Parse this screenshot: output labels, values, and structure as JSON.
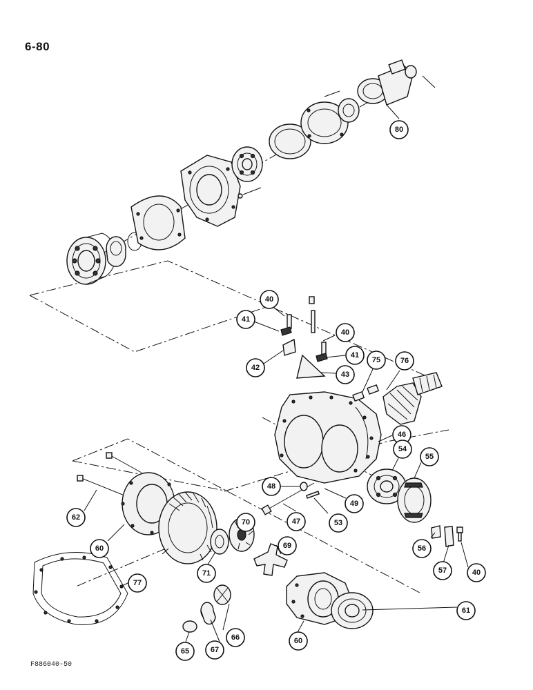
{
  "page_number": "6-80",
  "figure_code": "F886040-50",
  "callouts": [
    "80",
    "40",
    "41",
    "40",
    "42",
    "41",
    "43",
    "75",
    "76",
    "46",
    "54",
    "55",
    "48",
    "49",
    "47",
    "53",
    "62",
    "60",
    "70",
    "69",
    "71",
    "77",
    "56",
    "57",
    "40",
    "61",
    "60",
    "66",
    "67",
    "65"
  ]
}
